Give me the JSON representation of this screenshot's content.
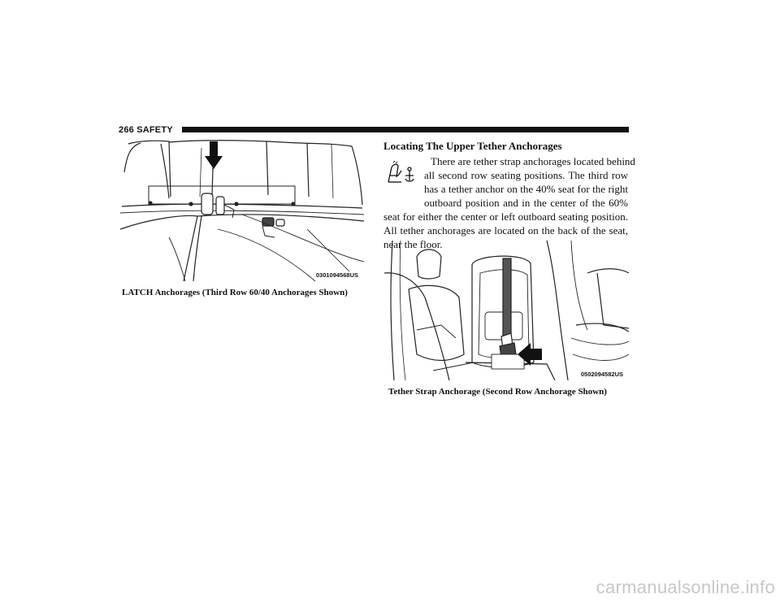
{
  "header": {
    "page_label": "266  SAFETY"
  },
  "figure1": {
    "code": "0301094568US",
    "caption": "LATCH Anchorages (Third Row 60/40 Anchorages Shown)"
  },
  "section": {
    "heading": "Locating The Upper Tether Anchorages",
    "paragraph_lines": [
      "There are tether strap anchorages located behind",
      "all second row seating positions. The third row",
      "has a tether anchor on the 40% seat for the right",
      "outboard position and in the center of the 60%",
      "seat for either the center or left outboard seating position.",
      "All tether anchorages are located on the back of the seat,",
      "near the floor."
    ]
  },
  "figure2": {
    "code": "0502094582US",
    "caption": "Tether Strap Anchorage (Second Row Anchorage Shown)"
  },
  "footer": {
    "watermark": "carmanualsonline.info"
  }
}
